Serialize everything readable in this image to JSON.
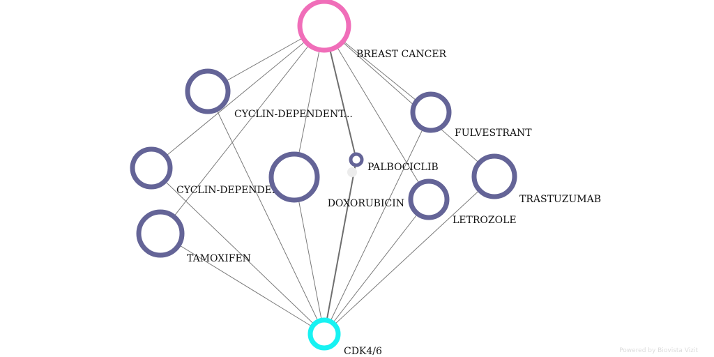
{
  "graph": {
    "colors": {
      "disease": "#f06eb9",
      "drug": "#646497",
      "target": "#17f2f2",
      "edge": "#7a7a7a",
      "edge_strong": "#6e6e6e"
    },
    "nodes": [
      {
        "id": "breast-cancer",
        "label": "BREAST CANCER",
        "kind": "disease"
      },
      {
        "id": "cdk-a",
        "label": "CYCLIN-DEPENDENT...",
        "kind": "drug"
      },
      {
        "id": "fulvestrant",
        "label": "FULVESTRANT",
        "kind": "drug"
      },
      {
        "id": "cdk-b",
        "label": "CYCLIN-DEPENDENT...",
        "kind": "drug"
      },
      {
        "id": "doxorubicin",
        "label": "DOXORUBICIN",
        "kind": "drug"
      },
      {
        "id": "palbociclib",
        "label": "PALBOCICLIB",
        "kind": "drug"
      },
      {
        "id": "letrozole",
        "label": "LETROZOLE",
        "kind": "drug"
      },
      {
        "id": "trastuzumab",
        "label": "TRASTUZUMAB",
        "kind": "drug"
      },
      {
        "id": "tamoxifen",
        "label": "TAMOXIFEN",
        "kind": "drug"
      },
      {
        "id": "cdk46",
        "label": "CDK4/6",
        "kind": "target"
      }
    ],
    "edges": [
      {
        "from": "breast-cancer",
        "to": "cdk-a"
      },
      {
        "from": "breast-cancer",
        "to": "cdk-b"
      },
      {
        "from": "breast-cancer",
        "to": "tamoxifen"
      },
      {
        "from": "breast-cancer",
        "to": "doxorubicin"
      },
      {
        "from": "breast-cancer",
        "to": "palbociclib",
        "strong": true
      },
      {
        "from": "breast-cancer",
        "to": "letrozole"
      },
      {
        "from": "breast-cancer",
        "to": "fulvestrant"
      },
      {
        "from": "breast-cancer",
        "to": "trastuzumab"
      },
      {
        "from": "cdk46",
        "to": "cdk-a"
      },
      {
        "from": "cdk46",
        "to": "cdk-b"
      },
      {
        "from": "cdk46",
        "to": "tamoxifen"
      },
      {
        "from": "cdk46",
        "to": "doxorubicin"
      },
      {
        "from": "cdk46",
        "to": "palbociclib",
        "strong": true
      },
      {
        "from": "cdk46",
        "to": "letrozole"
      },
      {
        "from": "cdk46",
        "to": "fulvestrant"
      },
      {
        "from": "cdk46",
        "to": "trastuzumab"
      }
    ]
  },
  "footer": {
    "credit": "Powered by Biovista Vizit"
  }
}
